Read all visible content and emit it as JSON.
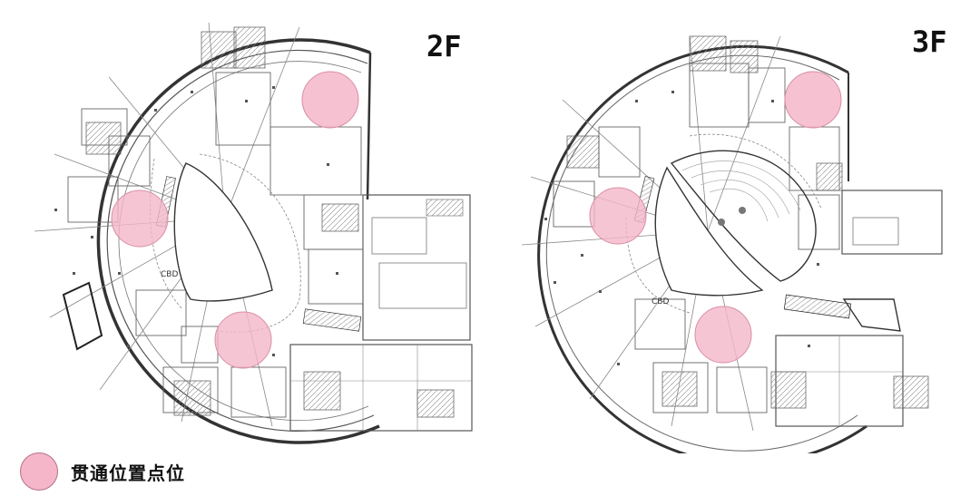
{
  "colors": {
    "marker": "#f4b6c8",
    "marker_stroke": "#d98ea6",
    "line": "#4a4a4a",
    "fill_dark": "#222222"
  },
  "plan_left": {
    "floor_label": "2F",
    "room_label": "CBD"
  },
  "plan_right": {
    "floor_label": "3F",
    "room_label": "CBD"
  },
  "legend": {
    "label": "贯通位置点位"
  }
}
